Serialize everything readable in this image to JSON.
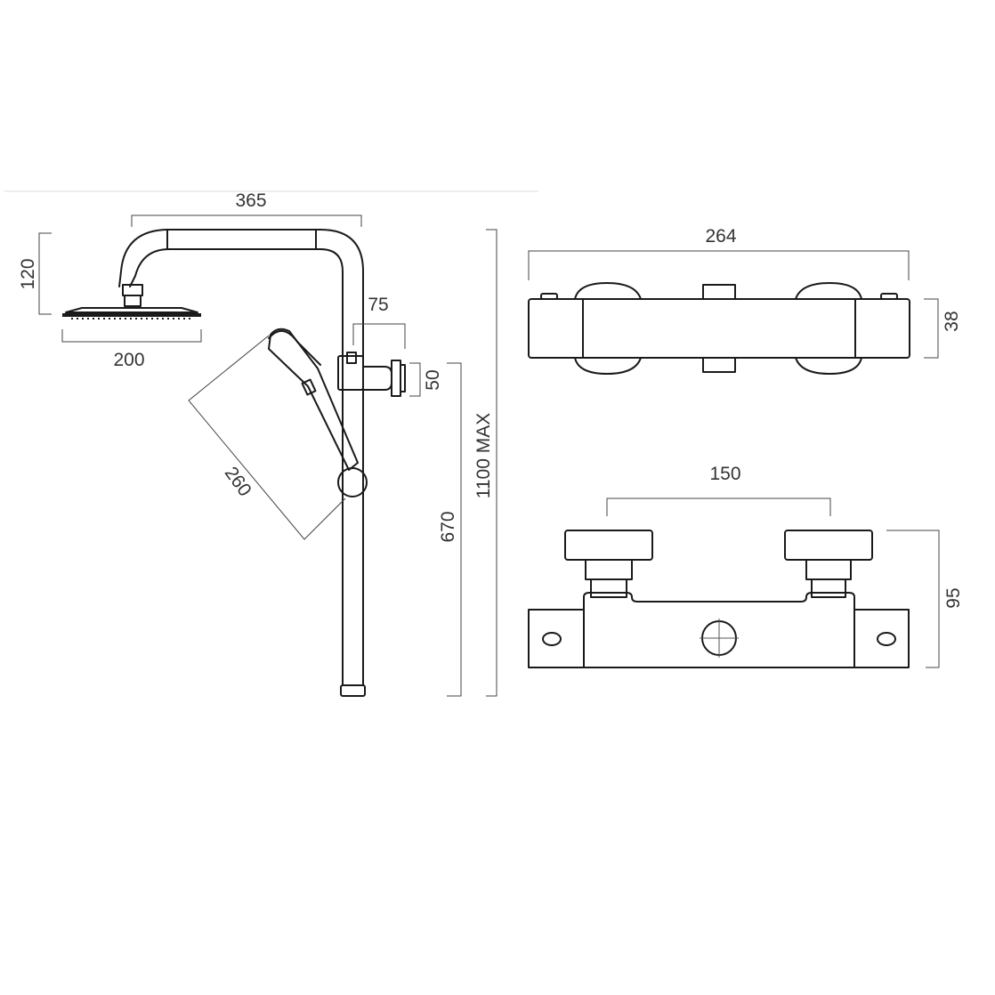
{
  "dimensions": {
    "rail_width": "365",
    "head_height": "120",
    "head_diameter": "200",
    "outlet_projection": "75",
    "outlet_height": "50",
    "handset_length": "260",
    "slider_height": "670",
    "total_height": "1100 MAX",
    "valve_width": "264",
    "valve_depth": "38",
    "inlet_centres": "150",
    "valve_height": "95"
  }
}
